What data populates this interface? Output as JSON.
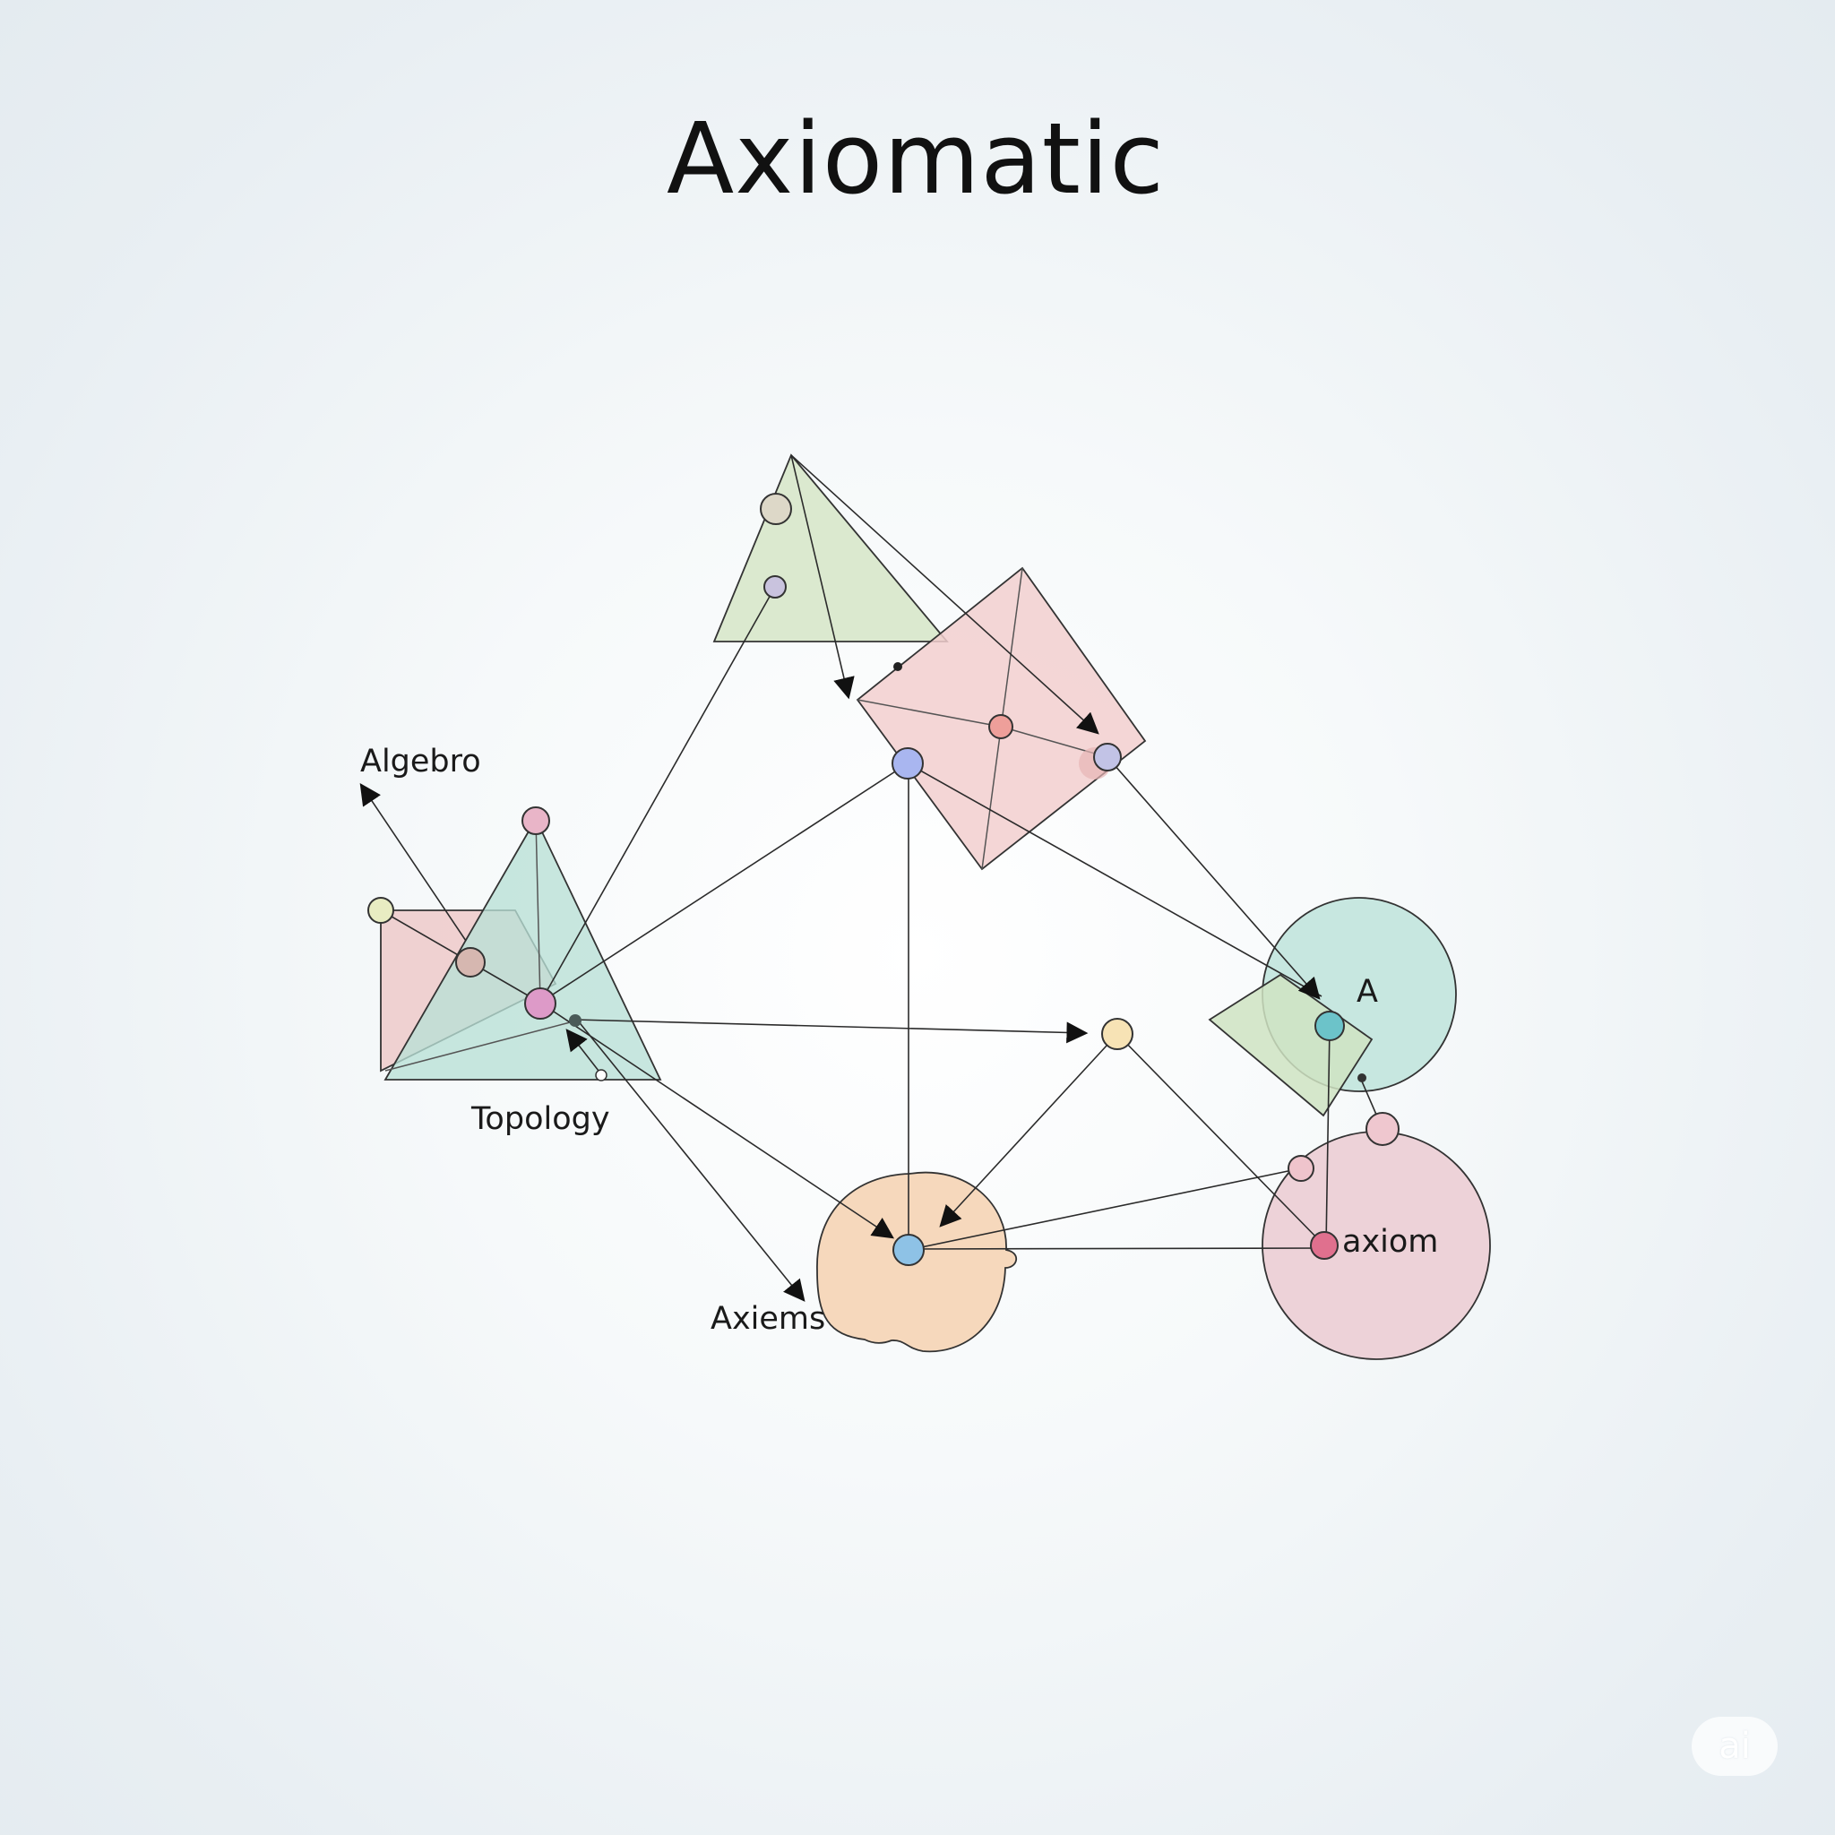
{
  "title": "Axiomatic",
  "labels": {
    "algebro": "Algebro",
    "topology": "Topology",
    "axiems": "Axiems",
    "a": "A",
    "axiom": "axiom"
  },
  "watermark": "ai",
  "colors": {
    "background": "#f6f9fa",
    "green_shape": "#d9e8cc",
    "pink_shape": "#f2d3d3",
    "teal_shape": "#bfe3da",
    "peach_shape": "#f5d8bd",
    "rose_circle": "#ecd0d6",
    "teal_circle": "#c4e6de",
    "line": "#2b2b2b"
  }
}
